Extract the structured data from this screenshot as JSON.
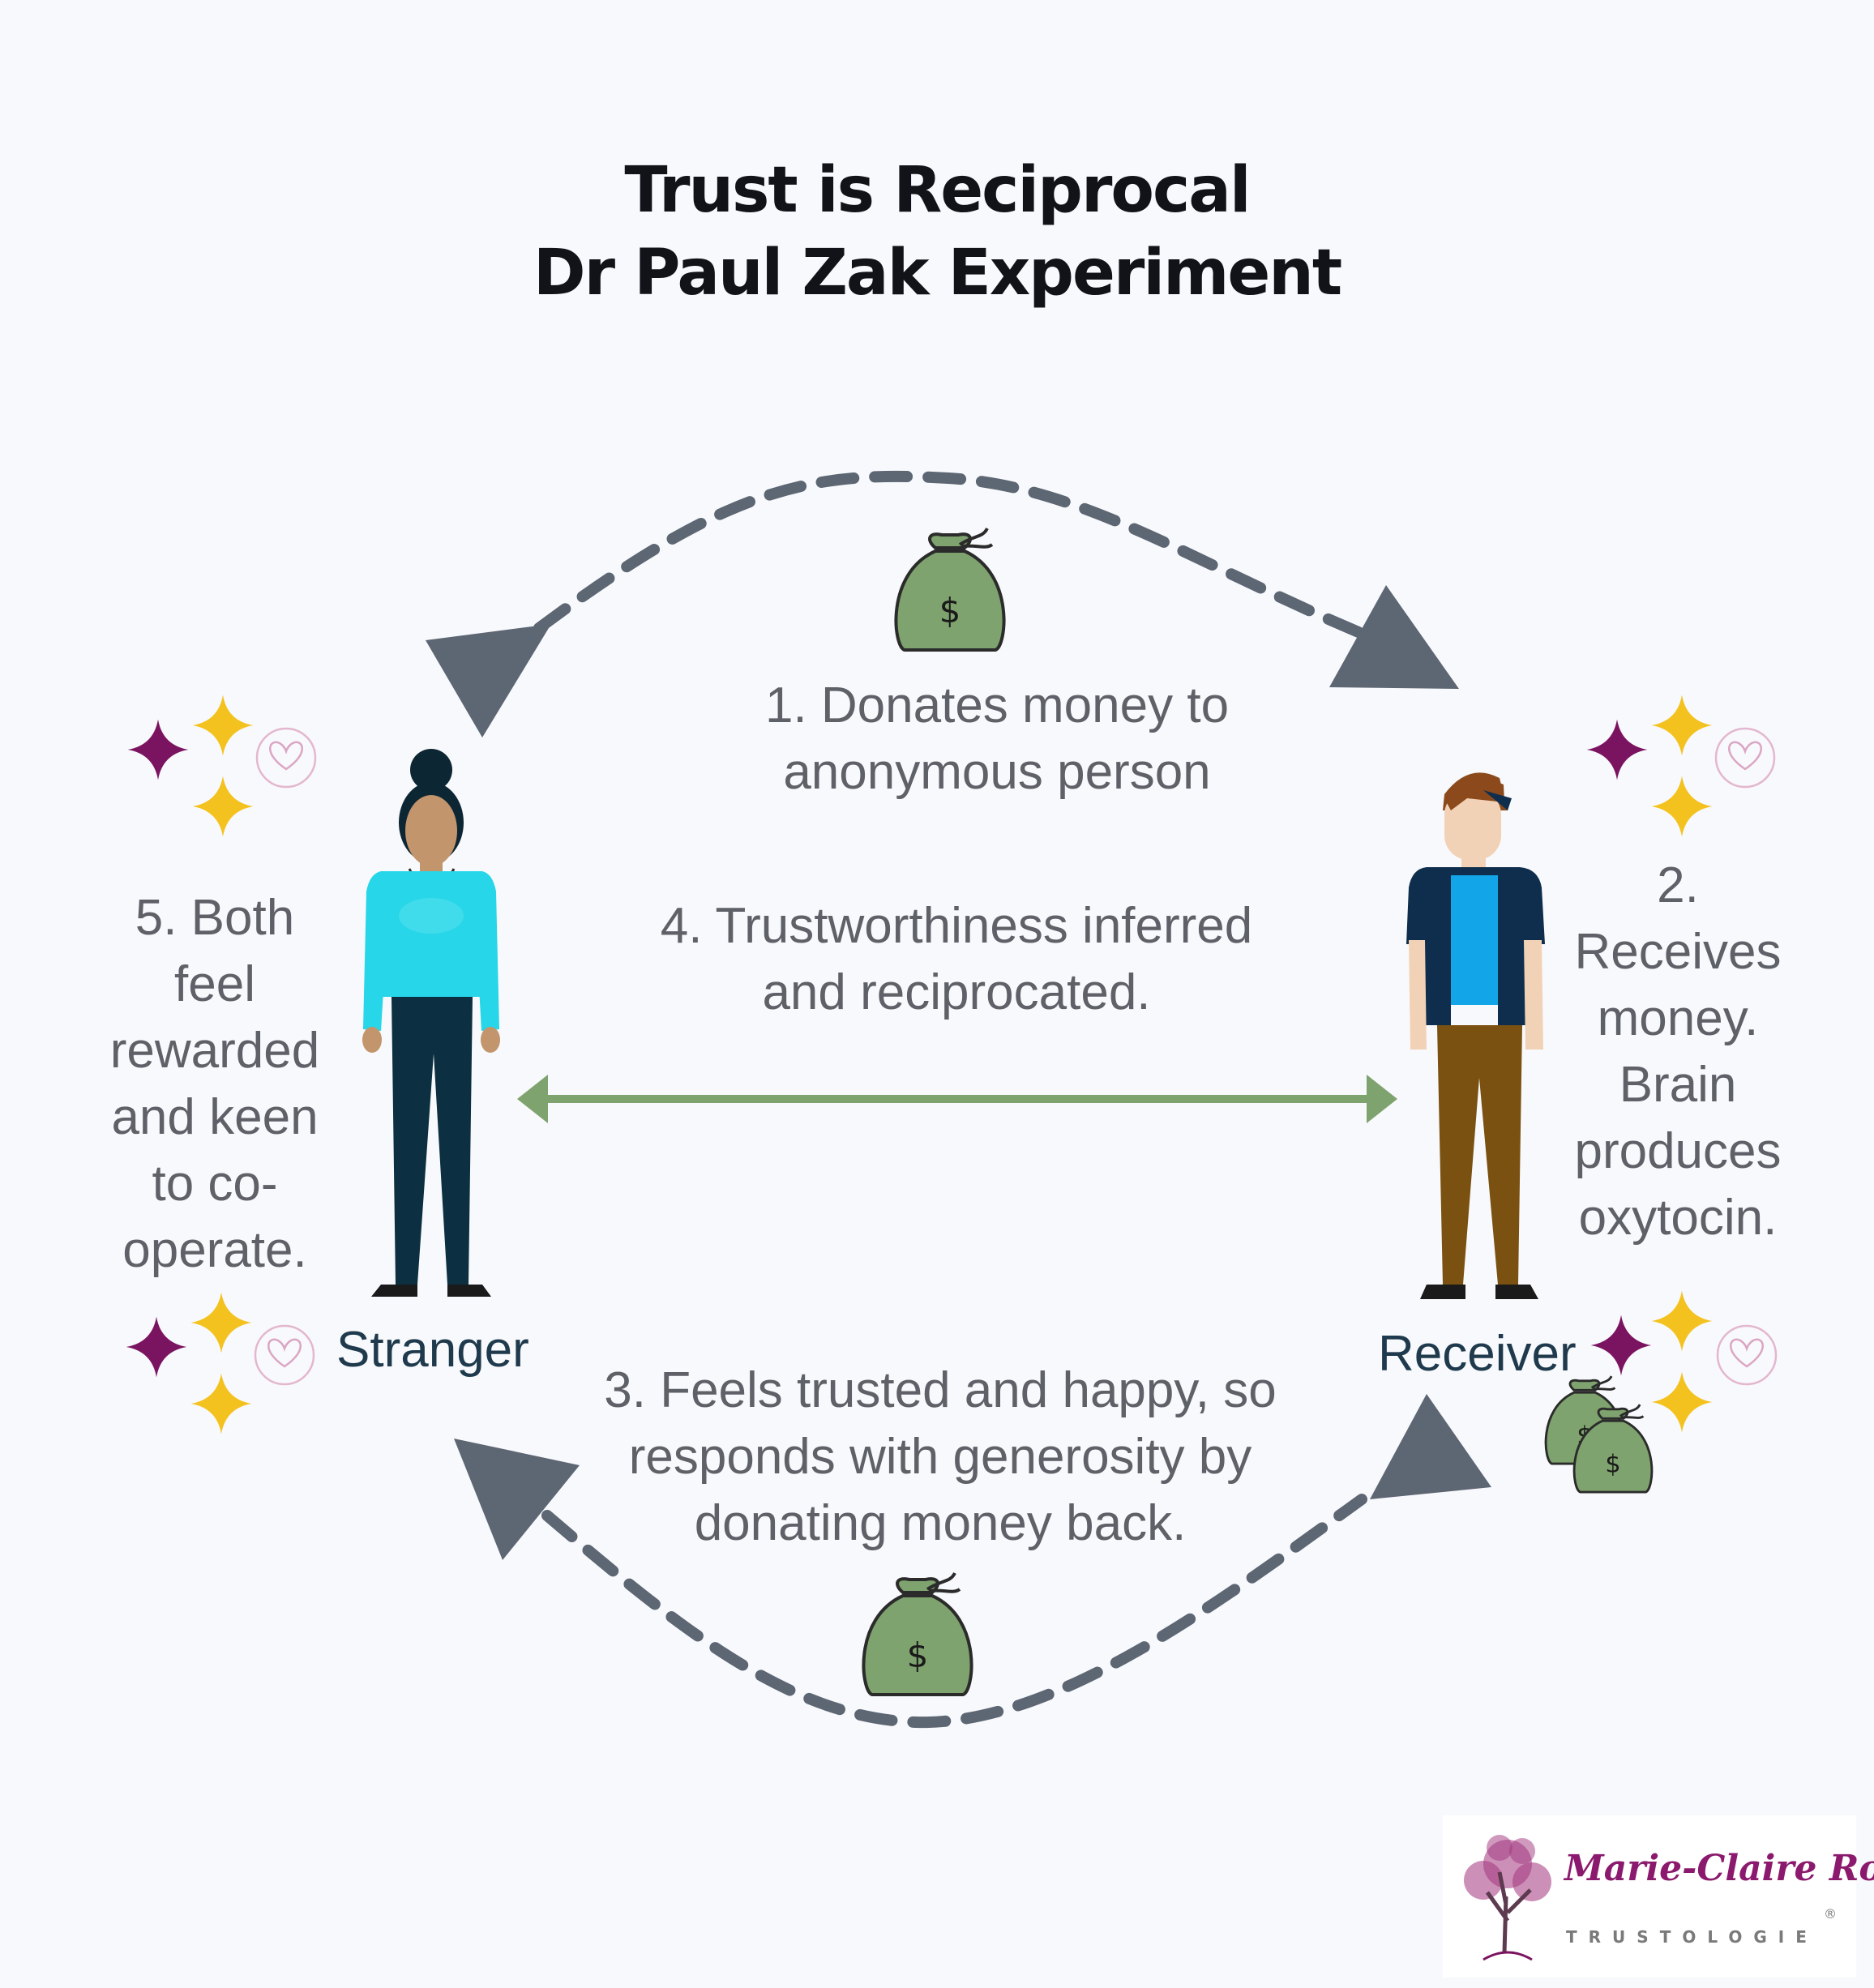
{
  "title": {
    "line1": "Trust is Reciprocal",
    "line2": "Dr Paul Zak Experiment"
  },
  "steps": {
    "step1": [
      "1. Donates money to",
      "anonymous person"
    ],
    "step2": [
      "2.",
      "Receives",
      "money.",
      "Brain",
      "produces",
      "oxytocin."
    ],
    "step3": [
      "3. Feels trusted and happy, so",
      "responds with generosity by",
      "donating money back."
    ],
    "step4": [
      "4. Trustworthiness inferred",
      "and reciprocated."
    ],
    "step5": [
      "5. Both",
      "feel",
      "rewarded",
      "and keen",
      "to co-",
      "operate."
    ]
  },
  "people": {
    "stranger": "Stranger",
    "receiver": "Receiver"
  },
  "icons": {
    "money_bag_symbol": "$"
  },
  "logo": {
    "name": "Marie-Claire Ross",
    "tagline": "TRUSTOLOGIE",
    "registered": "®"
  },
  "colors": {
    "dashed_arrow": "#5d6673",
    "green_arrow": "#7fa36e",
    "money_bag": "#7fa36e",
    "sparkle_purple": "#7b1460",
    "sparkle_yellow": "#f4c21f",
    "stranger_top": "#27d6e8",
    "receiver_jacket": "#0f2e4d",
    "receiver_shirt": "#12a6e8",
    "receiver_pants": "#7a5110"
  }
}
